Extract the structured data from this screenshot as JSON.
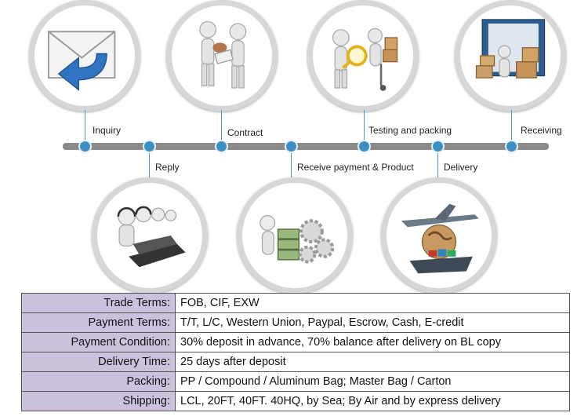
{
  "process": {
    "steps": [
      {
        "label": "Inquiry"
      },
      {
        "label": "Reply"
      },
      {
        "label": "Contract"
      },
      {
        "label": "Receive payment & Product"
      },
      {
        "label": "Testing and packing"
      },
      {
        "label": "Delivery"
      },
      {
        "label": "Receiving"
      }
    ],
    "icons": [
      "envelope-icon",
      "customer-service-icon",
      "handshake-icon",
      "money-gears-icon",
      "magnifier-inspection-icon",
      "airplane-globe-ship-icon",
      "container-boxes-icon"
    ],
    "colors": {
      "node": "#3c8fc3",
      "line": "#8a8a8a",
      "key_cell": "#ccc2dd"
    }
  },
  "terms": [
    {
      "key": "Trade Terms:",
      "value": "FOB, CIF, EXW"
    },
    {
      "key": "Payment Terms:",
      "value": "T/T, L/C, Western Union, Paypal, Escrow, Cash, E-credit"
    },
    {
      "key": "Payment Condition:",
      "value": "30% deposit in advance, 70% balance after delivery on BL copy"
    },
    {
      "key": "Delivery Time:",
      "value": "25 days after deposit"
    },
    {
      "key": "Packing:",
      "value": "PP / Compound / Aluminum Bag; Master Bag / Carton"
    },
    {
      "key": "Shipping:",
      "value": "LCL, 20FT, 40FT. 40HQ, by Sea; By Air and by express delivery"
    }
  ]
}
